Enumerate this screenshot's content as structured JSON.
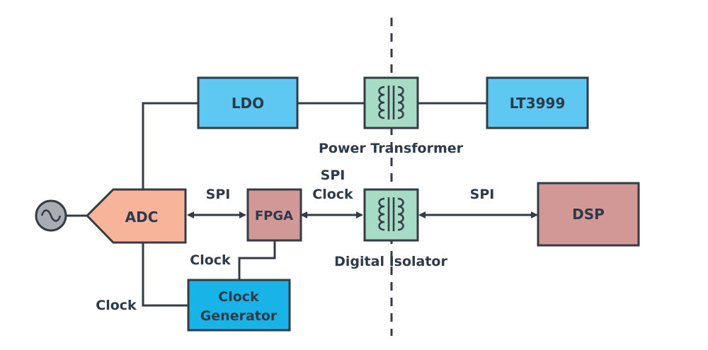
{
  "blocks": {
    "ldo": "LDO",
    "lt3999": "LT3999",
    "adc": "ADC",
    "fpga": "FPGA",
    "dsp": "DSP",
    "clock_gen_line1": "Clock",
    "clock_gen_line2": "Generator"
  },
  "labels": {
    "power_transformer": "Power Transformer",
    "digital_isolator": "Digital Isolator",
    "spi_adc_fpga": "SPI",
    "spi_clock_line1": "SPI",
    "spi_clock_line2": "Clock",
    "spi_dsp": "SPI",
    "clock_fpga": "Clock",
    "clock_adc": "Clock"
  },
  "colors": {
    "blue_block": "#5ec8f2",
    "clock_gen_block": "#18b4e8",
    "adc_block": "#f7b49a",
    "red_block": "#d29896",
    "transformer_block": "#a6dcc6",
    "line": "#333b45",
    "text": "#2d3a4a"
  },
  "icons": {
    "source": "ac-source-icon",
    "transformer": "transformer-coil-icon"
  }
}
